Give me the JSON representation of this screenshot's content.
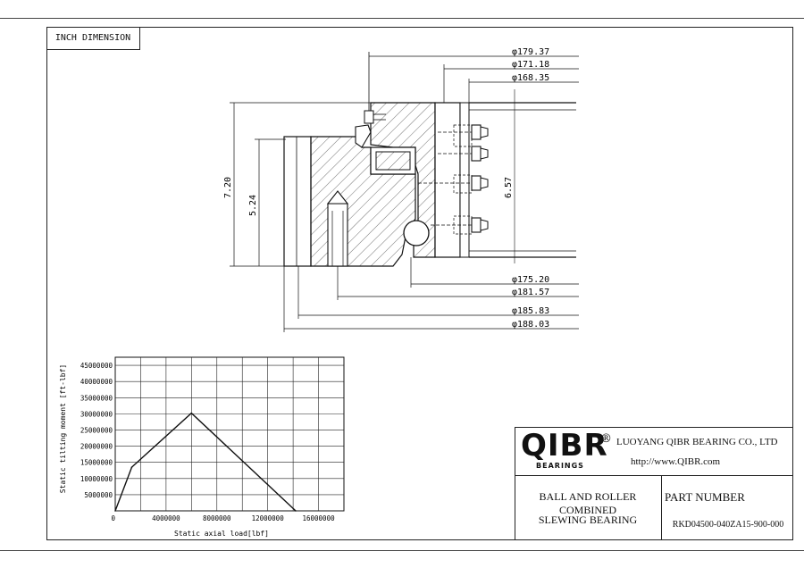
{
  "sheet": {
    "tag": "INCH DIMENSION"
  },
  "dimensions": {
    "d1": "φ179.37",
    "d2": "φ171.18",
    "d3": "φ168.35",
    "d4": "φ175.20",
    "d5": "φ181.57",
    "d6": "φ185.83",
    "d7": "φ188.03",
    "h_total": "7.20",
    "h_inner": "5.24",
    "h_bore": "6.57"
  },
  "chart_data": {
    "type": "line",
    "xlabel": "Static axial load[lbf]",
    "ylabel": "Static tilting moment [ft-lbf]",
    "xlim": [
      0,
      18000000
    ],
    "ylim": [
      0,
      47500000
    ],
    "x_ticks": [
      0,
      4000000,
      8000000,
      12000000,
      16000000
    ],
    "x_tick_labels": [
      "0",
      "4000000",
      "8000000",
      "12000000",
      "16000000"
    ],
    "y_ticks": [
      5000000,
      10000000,
      15000000,
      20000000,
      25000000,
      30000000,
      35000000,
      40000000,
      45000000
    ],
    "y_tick_labels": [
      "5000000",
      "10000000",
      "15000000",
      "20000000",
      "25000000",
      "30000000",
      "35000000",
      "40000000",
      "45000000"
    ],
    "grid": true,
    "series": [
      {
        "x": [
          0,
          1300000,
          6000000,
          14200000
        ],
        "y": [
          0,
          13500000,
          30200000,
          0
        ]
      }
    ]
  },
  "title_block": {
    "logo": "QIBR",
    "logo_sub": "BEARINGS",
    "registered": "®",
    "company": "LUOYANG QIBR BEARING CO., LTD",
    "website": "http://www.QIBR.com",
    "product_line1": "BALL AND ROLLER COMBINED",
    "product_line2": "SLEWING BEARING",
    "part_label": "PART NUMBER",
    "part_number": "RKD04500-040ZA15-900-000"
  }
}
